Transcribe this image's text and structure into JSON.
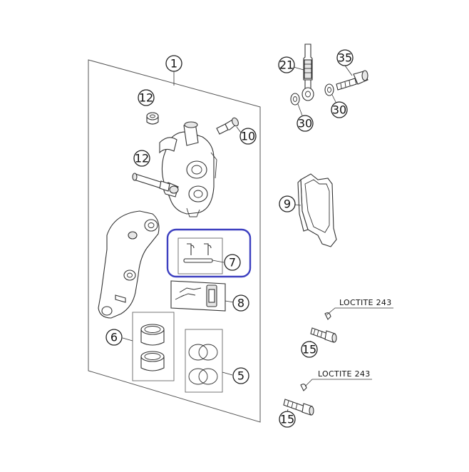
{
  "callouts": {
    "c1": "1",
    "c5": "5",
    "c6": "6",
    "c7": "7",
    "c8": "8",
    "c9": "9",
    "c10": "10",
    "c12a": "12",
    "c12b": "12",
    "c15a": "15",
    "c15b": "15",
    "c21": "21",
    "c30a": "30",
    "c30b": "30",
    "c35": "35"
  },
  "notes": {
    "loctite_a": "LOCTITE 243",
    "loctite_b": "LOCTITE 243"
  },
  "colors": {
    "highlight": "#3c3fc0",
    "line": "#333333"
  }
}
